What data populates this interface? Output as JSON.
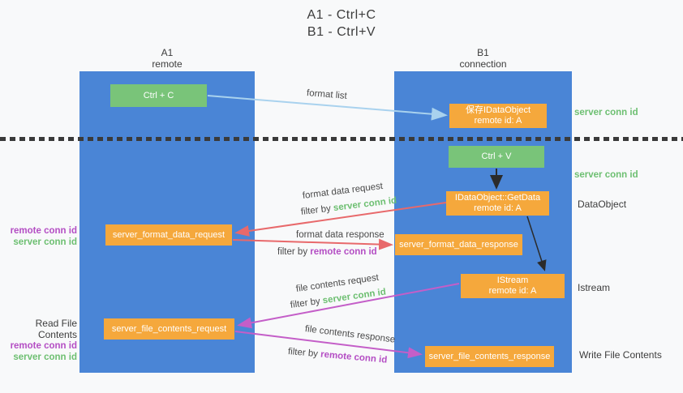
{
  "title": {
    "line1": "A1 - Ctrl+C",
    "line2": "B1 - Ctrl+V"
  },
  "lifelines": {
    "a1": {
      "name": "A1",
      "subtitle": "remote"
    },
    "b1": {
      "name": "B1",
      "subtitle": "connection"
    }
  },
  "nodes": {
    "ctrl_c": {
      "label": "Ctrl + C"
    },
    "ctrl_v": {
      "label": "Ctrl + V"
    },
    "save_idataobject": {
      "line1": "保存IDataObject",
      "line2": "remote id: A"
    },
    "idataobject_getdata": {
      "line1": "IDataObject::GetData",
      "line2": "remote id: A"
    },
    "istream": {
      "line1": "IStream",
      "line2": "remote id: A"
    },
    "server_format_data_request": {
      "label": "server_format_data_request"
    },
    "server_format_data_response": {
      "label": "server_format_data_response"
    },
    "server_file_contents_request": {
      "label": "server_file_contents_request"
    },
    "server_file_contents_response": {
      "label": "server_file_contents_response"
    }
  },
  "arrow_labels": {
    "format_list": "format list",
    "format_data_request": "format data request",
    "format_data_response": "format data response",
    "file_contents_request": "file contents request",
    "file_contents_response": "file contents response",
    "filter_by": "filter by",
    "server_conn_id": "server conn id",
    "remote_conn_id": "remote conn id"
  },
  "side_labels": {
    "server_conn_id_top": "server conn id",
    "server_conn_id_mid": "server conn id",
    "dataobject": "DataObject",
    "istream": "Istream",
    "write_file_contents": "Write File Contents",
    "read_file_contents": "Read File Contents",
    "remote_conn_id": "remote conn id",
    "server_conn_id": "server conn id"
  },
  "colors": {
    "lifeline_blue": "#4a85d6",
    "node_green": "#79c479",
    "node_orange": "#f5a83c",
    "arrow_blue": "#a9d2ee",
    "arrow_red": "#e8696b",
    "arrow_magenta": "#c45ec8",
    "arrow_black": "#2b2b2b",
    "text_green": "#6dbf71",
    "text_purple": "#b44ec4",
    "text_dark": "#3c3c3c",
    "background": "#f8f9fa"
  }
}
